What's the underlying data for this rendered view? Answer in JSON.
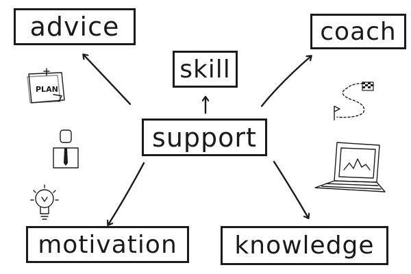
{
  "mindmap": {
    "center": "support",
    "branches": [
      {
        "id": "advice",
        "label": "advice"
      },
      {
        "id": "skill",
        "label": "skill"
      },
      {
        "id": "coach",
        "label": "coach"
      },
      {
        "id": "motivation",
        "label": "motivation"
      },
      {
        "id": "knowledge",
        "label": "knowledge"
      }
    ]
  },
  "plan_note": {
    "label": "PLAN"
  },
  "icons": [
    "plan-note-icon",
    "businessman-icon",
    "lightbulb-icon",
    "route-map-icon",
    "laptop-icon"
  ]
}
